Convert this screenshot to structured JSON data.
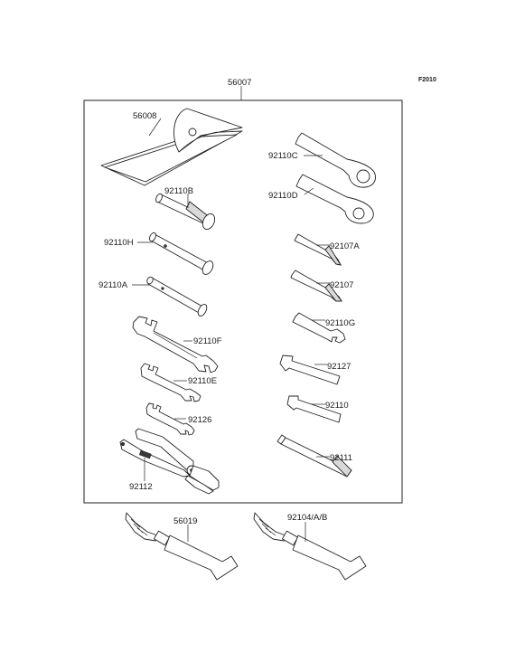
{
  "figure_code": "F2010",
  "labels": {
    "toolkit": "56007",
    "pouch": "56008",
    "box_wrench_b": "92110B",
    "box_wrench_h": "92110H",
    "box_wrench_a": "92110A",
    "wrench_f": "92110F",
    "wrench_e": "92110E",
    "wrench_92126": "92126",
    "pliers": "92112",
    "spanner_c": "92110C",
    "spanner_d": "92110D",
    "screwdriver_a": "92107A",
    "screwdriver": "92107",
    "wrench_g": "92110G",
    "hex_key_92127": "92127",
    "hex_key_92110": "92110",
    "handle": "92111",
    "grease_tube_1": "56019",
    "grease_tube_2": "92104/A/B"
  }
}
